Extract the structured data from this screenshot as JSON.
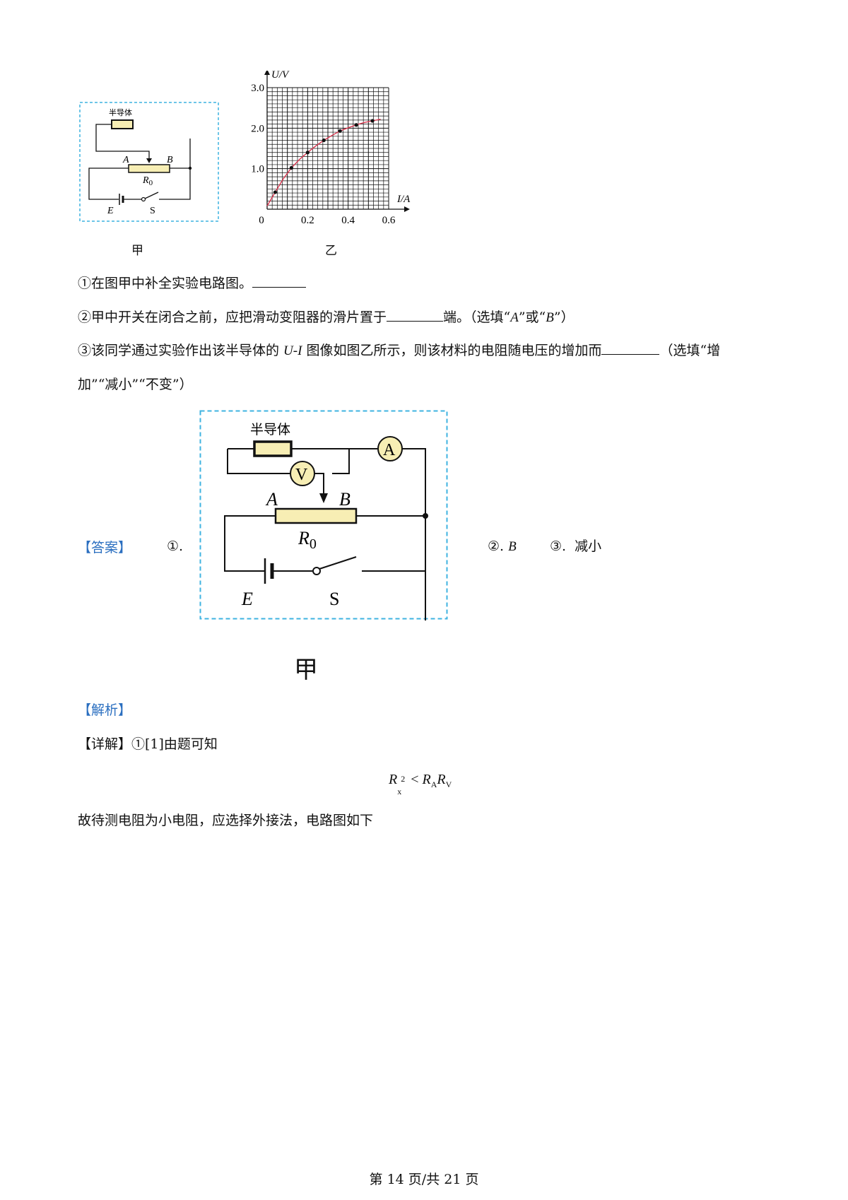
{
  "figure_top": {
    "jia_caption": "甲",
    "yi_caption": "乙",
    "circuit": {
      "semiconductor_label": "半导体",
      "label_a": "A",
      "label_b": "B",
      "label_r0": "R",
      "label_r0_sub": "0",
      "label_e": "E",
      "label_s": "S"
    }
  },
  "chart_data": {
    "type": "scatter",
    "title": "",
    "xlabel": "I/A",
    "ylabel": "U/V",
    "xlim": [
      0,
      0.6
    ],
    "ylim": [
      0,
      3.0
    ],
    "x_ticks": [
      "0.2",
      "0.4",
      "0.6"
    ],
    "y_ticks": [
      "1.0",
      "2.0",
      "3.0"
    ],
    "origin_label": "0",
    "grid": true,
    "series": [
      {
        "points": [
          {
            "x": 0.04,
            "y": 0.42
          },
          {
            "x": 0.12,
            "y": 1.02
          },
          {
            "x": 0.2,
            "y": 1.4
          },
          {
            "x": 0.28,
            "y": 1.7
          },
          {
            "x": 0.36,
            "y": 1.93
          },
          {
            "x": 0.44,
            "y": 2.08
          },
          {
            "x": 0.52,
            "y": 2.18
          }
        ]
      }
    ],
    "curve": [
      {
        "x": 0.0,
        "y": 0.08
      },
      {
        "x": 0.04,
        "y": 0.42
      },
      {
        "x": 0.08,
        "y": 0.75
      },
      {
        "x": 0.12,
        "y": 1.02
      },
      {
        "x": 0.16,
        "y": 1.23
      },
      {
        "x": 0.2,
        "y": 1.4
      },
      {
        "x": 0.24,
        "y": 1.56
      },
      {
        "x": 0.28,
        "y": 1.7
      },
      {
        "x": 0.32,
        "y": 1.82
      },
      {
        "x": 0.36,
        "y": 1.93
      },
      {
        "x": 0.4,
        "y": 2.01
      },
      {
        "x": 0.44,
        "y": 2.08
      },
      {
        "x": 0.48,
        "y": 2.14
      },
      {
        "x": 0.52,
        "y": 2.18
      },
      {
        "x": 0.56,
        "y": 2.22
      }
    ],
    "point_color": "#111111",
    "curve_color": "#d9364f"
  },
  "questions": {
    "q1_text": "①在图甲中补全实验电路图。",
    "q2_text_before": "②甲中开关在闭合之前，应把滑动变阻器的滑片置于",
    "q2_text_after_1": "端。（选填“",
    "q2_a": "A",
    "q2_mid": "”或“",
    "q2_b": "B",
    "q2_end": "”）",
    "q3_text_1": "③该同学通过实验作出该半导体的 ",
    "q3_ui": "U-I",
    "q3_text_2": " 图像如图乙所示，则该材料的电阻随电压的增加而",
    "q3_text_3": "（选填“增",
    "q3_line2": "加”“减小”“不变”）"
  },
  "answer": {
    "tag": "【答案】",
    "item1": "①.",
    "item2": "②.",
    "item2_val": "B",
    "item3": "③.",
    "item3_val": "减小",
    "circuit": {
      "semiconductor_label": "半导体",
      "ammeter": "A",
      "voltmeter": "V",
      "label_a": "A",
      "label_b": "B",
      "label_r0": "R",
      "label_r0_sub": "0",
      "label_e": "E",
      "label_s": "S",
      "caption": "甲"
    }
  },
  "analysis": {
    "tag": "【解析】",
    "detail_tag": "【详解】",
    "detail_text": "①[1]由题可知",
    "formula": {
      "r": "R",
      "x_sub": "x",
      "sup": "2",
      "lt": " < ",
      "ra_sub": "A",
      "rv_sub": "V"
    },
    "conclusion": "故待测电阻为小电阻，应选择外接法，电路图如下"
  },
  "footer": {
    "page": "第 14 页/共 21 页"
  },
  "colors": {
    "dashed_border": "#3fb3e0",
    "resistor_fill": "#f7eeb4",
    "meter_fill": "#f7eeb4",
    "tag_blue": "#2b6fc0"
  }
}
